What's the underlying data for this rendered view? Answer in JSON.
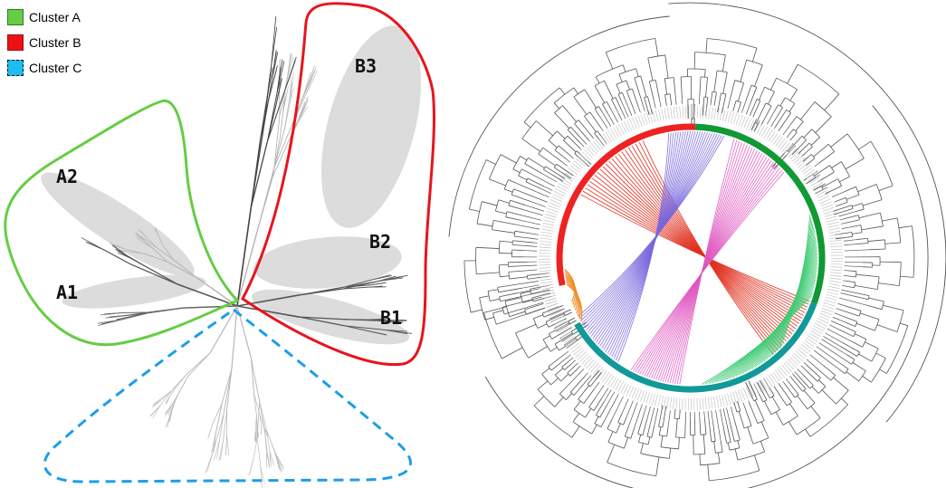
{
  "legend": [
    {
      "label": "Cluster A",
      "color": "#66cc44",
      "border": "#2f7a1f",
      "dashed": false
    },
    {
      "label": "Cluster B",
      "color": "#ee1111",
      "border": "#991111",
      "dashed": false
    },
    {
      "label": "Cluster C",
      "color": "#22bbee",
      "border": "#111111",
      "dashed": true
    }
  ],
  "subclusters": {
    "a1": "A1",
    "a2": "A2",
    "b1": "B1",
    "b2": "B2",
    "b3": "B3"
  },
  "colors": {
    "cluster_a": "#66cc44",
    "cluster_b": "#e8141e",
    "cluster_c": "#1c9ee8",
    "highlight": "#dcdcdc",
    "ring_red": "#ee2222",
    "ring_green": "#119933",
    "ring_teal": "#119999",
    "link_red": "#e0301e",
    "link_purple": "#7766dd",
    "link_pink": "#e055c0",
    "link_green": "#44cc77",
    "link_orange": "#f08a1e"
  }
}
